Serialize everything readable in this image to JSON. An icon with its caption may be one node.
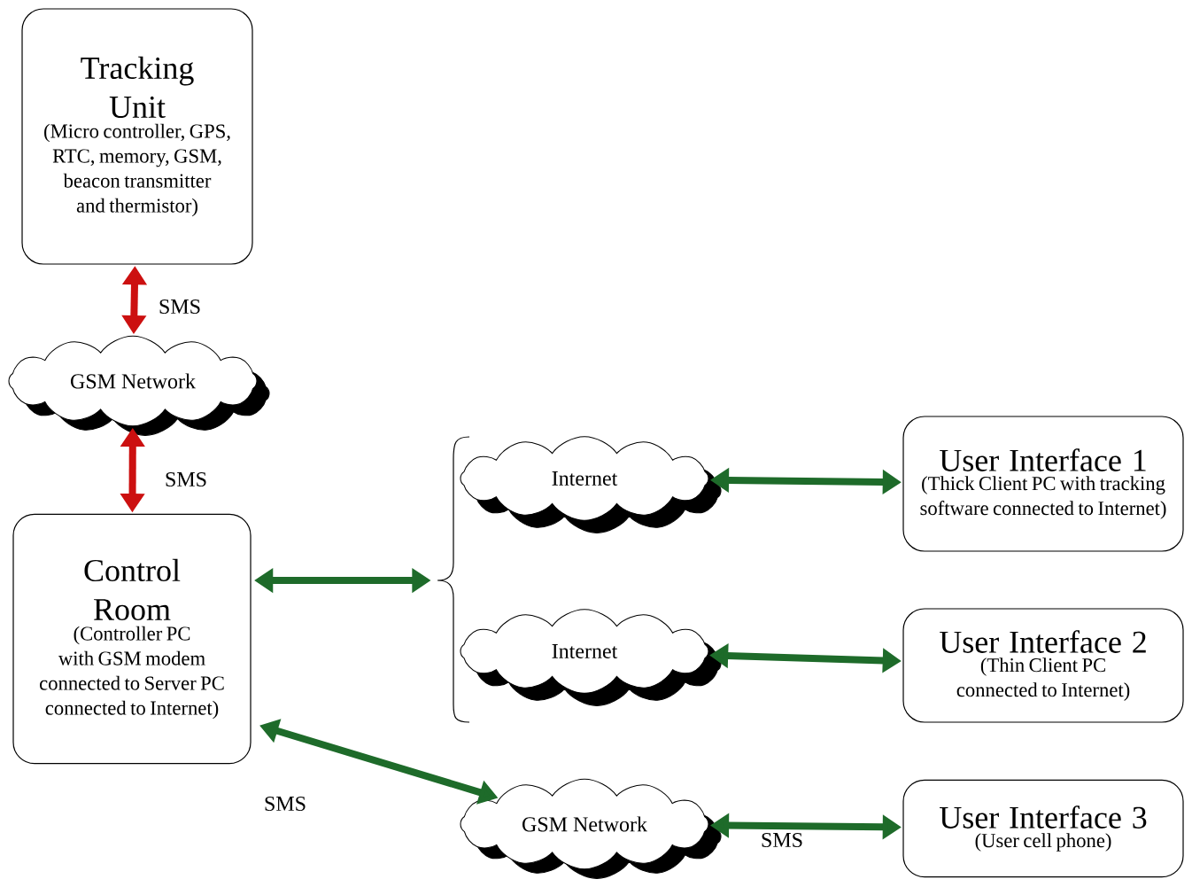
{
  "diagram": {
    "nodes": [
      {
        "text": [
          "Tracking Unit",
          "(Micro controller, GPS, RTC, memory, GSM, beacon transmitter and thermistor)"
        ]
      },
      {
        "text": [
          "GSM Network"
        ]
      },
      {
        "text": [
          "Control Room",
          "(Controller PC with GSM modem connected to Server PC connected to Internet)"
        ]
      },
      {
        "text": [
          "Internet"
        ]
      },
      {
        "text": [
          "Internet"
        ]
      },
      {
        "text": [
          "GSM Network"
        ]
      },
      {
        "text": [
          "User Interface 1",
          "(Thick Client PC with tracking software connected to Internet)"
        ]
      },
      {
        "text": [
          "User Interface 2",
          "(Thin Client PC connected to Internet)"
        ]
      },
      {
        "text": [
          "User Interface 3",
          "(User cell phone)"
        ]
      }
    ],
    "edges": [
      {
        "from": 0,
        "to": 1,
        "arrow": "both",
        "label": "SMS",
        "color": "#cc1010"
      },
      {
        "from": 1,
        "to": 2,
        "arrow": "both",
        "label": "SMS",
        "color": "#cc1010"
      },
      {
        "from": 2,
        "to": null,
        "arrow": "both"
      },
      {
        "from": 2,
        "to": 5,
        "arrow": "both",
        "label": "SMS"
      },
      {
        "from": 3,
        "to": 6,
        "arrow": "both"
      },
      {
        "from": 4,
        "to": 7,
        "arrow": "both"
      },
      {
        "from": 5,
        "to": 8,
        "arrow": "both",
        "label": "SMS"
      }
    ]
  }
}
